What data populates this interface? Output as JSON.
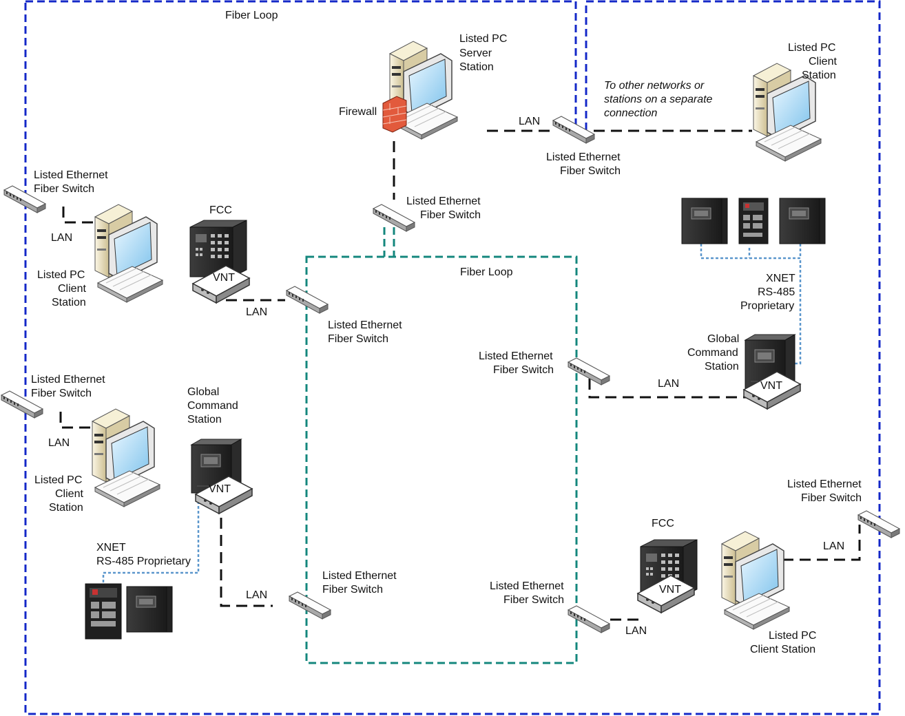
{
  "colors": {
    "outer_loop": "#1428c8",
    "inner_loop": "#14877d",
    "lan": "#111111",
    "xnet": "#5a96cc"
  },
  "labels": {
    "fiber_loop_outer": "Fiber Loop",
    "fiber_loop_inner": "Fiber Loop",
    "server_l1": "Listed PC",
    "server_l2": "Server",
    "server_l3": "Station",
    "firewall": "Firewall",
    "lan_server": "LAN",
    "sw_top_l1": "Listed Ethernet",
    "sw_top_l2": "Fiber Switch",
    "remote_l1": "To other networks or",
    "remote_l2": "stations on a separate",
    "remote_l3": "connection",
    "client_tr_l1": "Listed PC",
    "client_tr_l2": "Client",
    "client_tr_l3": "Station",
    "sw_ul_l1": "Listed Ethernet",
    "sw_ul_l2": "Fiber Switch",
    "lan_ul": "LAN",
    "client_ul_l1": "Listed PC",
    "client_ul_l2": "Client",
    "client_ul_l3": "Station",
    "fcc_1": "FCC",
    "vnt_1": "VNT",
    "lan_fcc1": "LAN",
    "sw_mid_l1": "Listed Ethernet",
    "sw_mid_l2": "Fiber Switch",
    "sw_inner_tl_l1": "Listed Ethernet",
    "sw_inner_tl_l2": "Fiber Switch",
    "xnet_r_l1": "XNET",
    "xnet_r_l2": "RS-485",
    "xnet_r_l3": "Proprietary",
    "gcs_r_l1": "Global",
    "gcs_r_l2": "Command",
    "gcs_r_l3": "Station",
    "vnt_r": "VNT",
    "lan_gcs_r": "LAN",
    "sw_inner_r_l1": "Listed Ethernet",
    "sw_inner_r_l2": "Fiber Switch",
    "sw_ll_l1": "Listed Ethernet",
    "sw_ll_l2": "Fiber Switch",
    "lan_ll": "LAN",
    "client_ll_l1": "Listed PC",
    "client_ll_l2": "Client",
    "client_ll_l3": "Station",
    "gcs_l_l1": "Global",
    "gcs_l_l2": "Command",
    "gcs_l_l3": "Station",
    "vnt_l": "VNT",
    "xnet_l_l1": "XNET",
    "xnet_l_l2": "RS-485 Proprietary",
    "lan_gcs_l": "LAN",
    "sw_inner_bl_l1": "Listed Ethernet",
    "sw_inner_bl_l2": "Fiber Switch",
    "sw_inner_br_l1": "Listed Ethernet",
    "sw_inner_br_l2": "Fiber Switch",
    "fcc_2": "FCC",
    "vnt_2": "VNT",
    "lan_fcc2": "LAN",
    "sw_br_l1": "Listed Ethernet",
    "sw_br_l2": "Fiber Switch",
    "lan_br": "LAN",
    "client_br_l1": "Listed PC",
    "client_br_l2": "Client Station"
  }
}
